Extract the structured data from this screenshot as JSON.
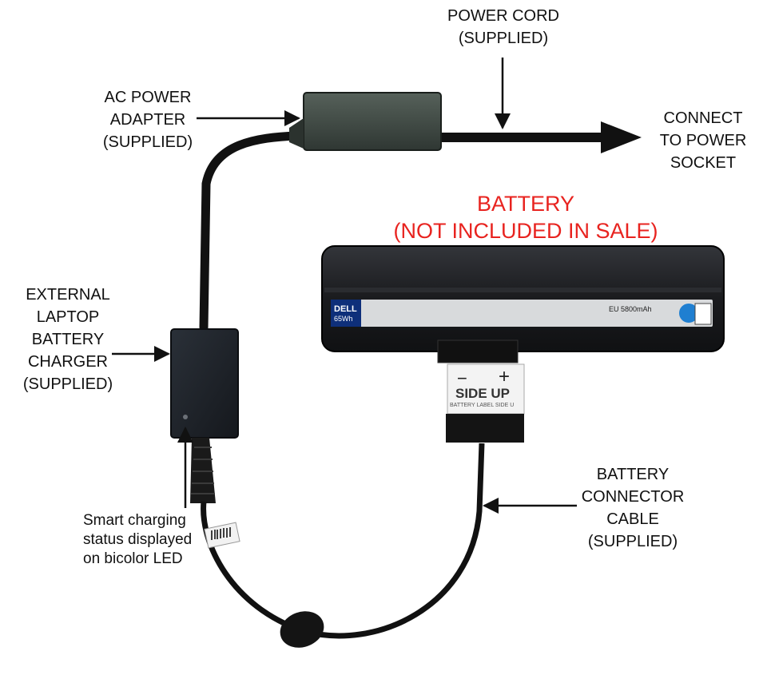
{
  "labels": {
    "power_cord": [
      "POWER CORD",
      "(SUPPLIED)"
    ],
    "ac_adapter": [
      "AC POWER",
      "ADAPTER",
      "(SUPPLIED)"
    ],
    "connect": [
      "CONNECT",
      "TO POWER",
      "SOCKET"
    ],
    "battery": [
      "BATTERY",
      "(NOT INCLUDED IN SALE)"
    ],
    "charger": [
      "EXTERNAL",
      "LAPTOP",
      "BATTERY",
      "CHARGER",
      "(SUPPLIED)"
    ],
    "connector_cable": [
      "BATTERY",
      "CONNECTOR",
      "CABLE",
      "(SUPPLIED)"
    ],
    "led_note": [
      "Smart charging",
      "status displayed",
      "on bicolor LED"
    ]
  },
  "battery_label": {
    "brand": "DELL",
    "capacity": "65Wh",
    "rating": "EU 5800mAh"
  },
  "connector_label": {
    "minus": "−",
    "plus": "+",
    "side_up": "SIDE UP",
    "subtext": "BATTERY LABEL SIDE U"
  },
  "colors": {
    "label_red": "#e8231f",
    "battery_body": "#1c1d1f",
    "battery_label": "#0e2f7a",
    "adapter": "#3e4a44",
    "charger": "#1d2128"
  }
}
